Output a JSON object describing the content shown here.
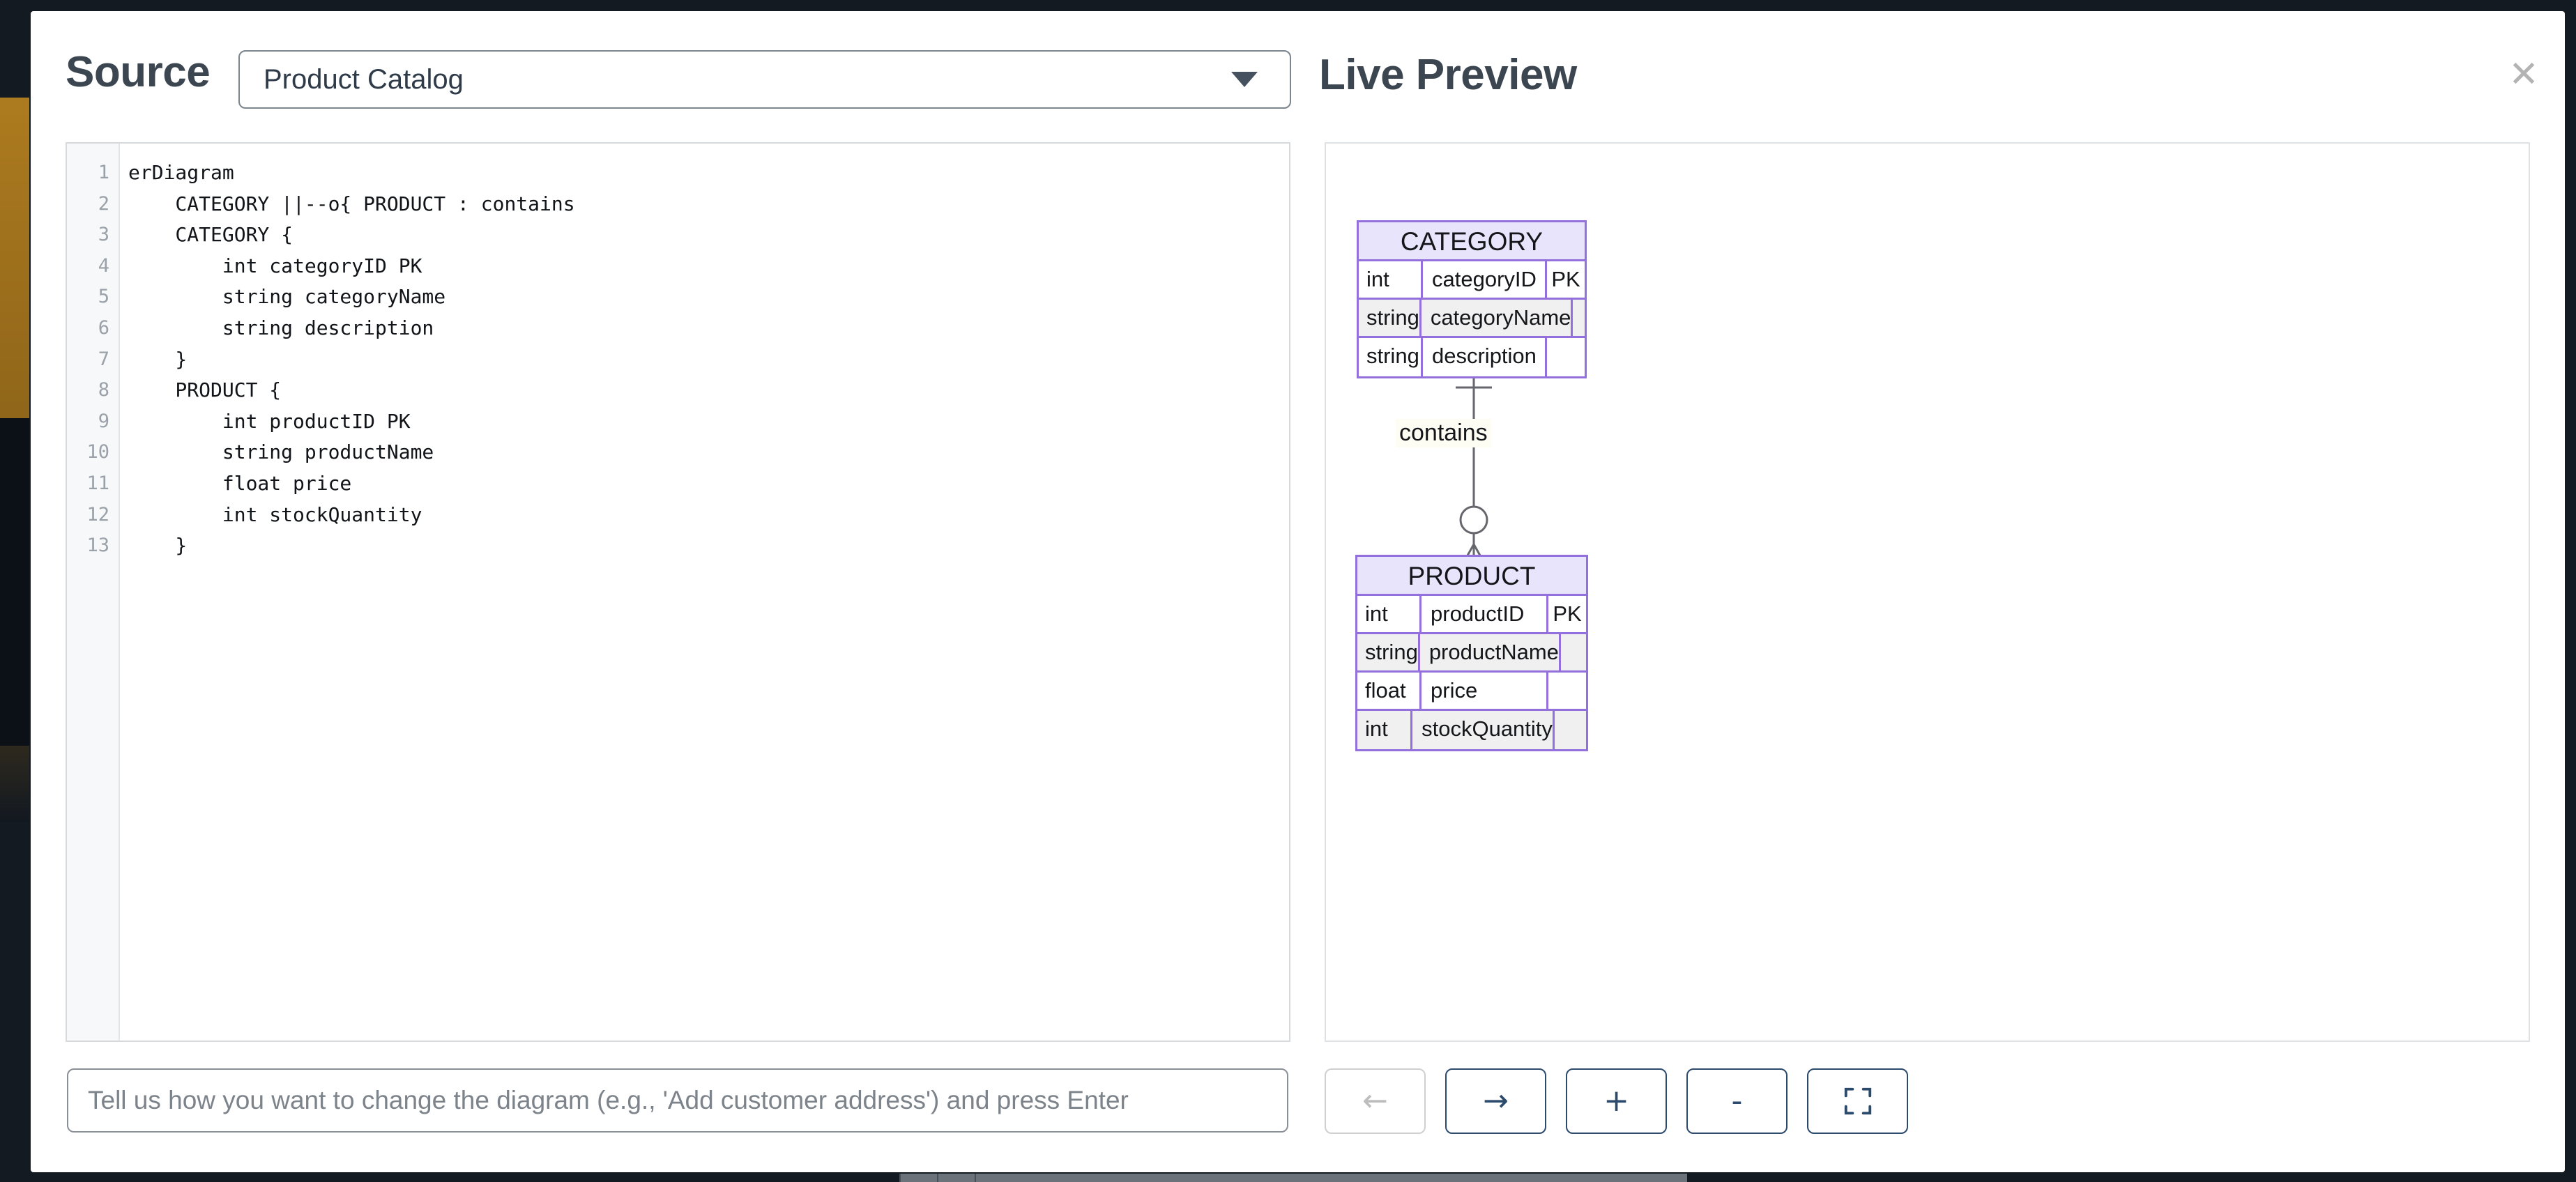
{
  "backdrop": {
    "visible": true
  },
  "header": {
    "source_title": "Source",
    "preview_title": "Live Preview",
    "close_label": "✕"
  },
  "diagram_select": {
    "value": "Product Catalog",
    "icon": "chevron-down-icon",
    "options": [
      "Product Catalog"
    ]
  },
  "editor": {
    "language": "mermaid",
    "line_numbers": [
      1,
      2,
      3,
      4,
      5,
      6,
      7,
      8,
      9,
      10,
      11,
      12,
      13
    ],
    "lines": [
      "erDiagram",
      "    CATEGORY ||--o{ PRODUCT : contains",
      "    CATEGORY {",
      "        int categoryID PK",
      "        string categoryName",
      "        string description",
      "    }",
      "    PRODUCT {",
      "        int productID PK",
      "        string productName",
      "        float price",
      "        int stockQuantity",
      "    }"
    ]
  },
  "prompt": {
    "value": "",
    "placeholder": "Tell us how you want to change the diagram (e.g., 'Add customer address') and press Enter"
  },
  "preview_toolbar": {
    "buttons": [
      {
        "name": "undo-button",
        "icon": "arrow-left-icon",
        "label": "←",
        "disabled": true
      },
      {
        "name": "redo-button",
        "icon": "arrow-right-icon",
        "label": "→",
        "disabled": false
      },
      {
        "name": "zoom-in-button",
        "icon": "plus-icon",
        "label": "+",
        "disabled": false
      },
      {
        "name": "zoom-out-button",
        "icon": "minus-icon",
        "label": "-",
        "disabled": false
      },
      {
        "name": "fit-screen-button",
        "icon": "fullscreen-icon",
        "label": "",
        "disabled": false
      }
    ]
  },
  "er_diagram": {
    "type": "entity-relationship",
    "entities": [
      {
        "name": "CATEGORY",
        "attributes": [
          {
            "type": "int",
            "field": "categoryID",
            "key": "PK"
          },
          {
            "type": "string",
            "field": "categoryName",
            "key": ""
          },
          {
            "type": "string",
            "field": "description",
            "key": ""
          }
        ]
      },
      {
        "name": "PRODUCT",
        "attributes": [
          {
            "type": "int",
            "field": "productID",
            "key": "PK"
          },
          {
            "type": "string",
            "field": "productName",
            "key": ""
          },
          {
            "type": "float",
            "field": "price",
            "key": ""
          },
          {
            "type": "int",
            "field": "stockQuantity",
            "key": ""
          }
        ]
      }
    ],
    "relationships": [
      {
        "from": "CATEGORY",
        "to": "PRODUCT",
        "label": "contains",
        "cardinality": "one-to-many",
        "notation": "||--o{"
      }
    ],
    "colors": {
      "entity_border": "#9370db",
      "entity_header_fill": "#e8e4fb",
      "row_alt_fill": "#f0f0f0",
      "edge": "#66666d"
    }
  },
  "theme": {
    "heading_color": "#3b4651",
    "button_border": "#2c4a6b",
    "disabled_color": "#bdbdbd"
  }
}
